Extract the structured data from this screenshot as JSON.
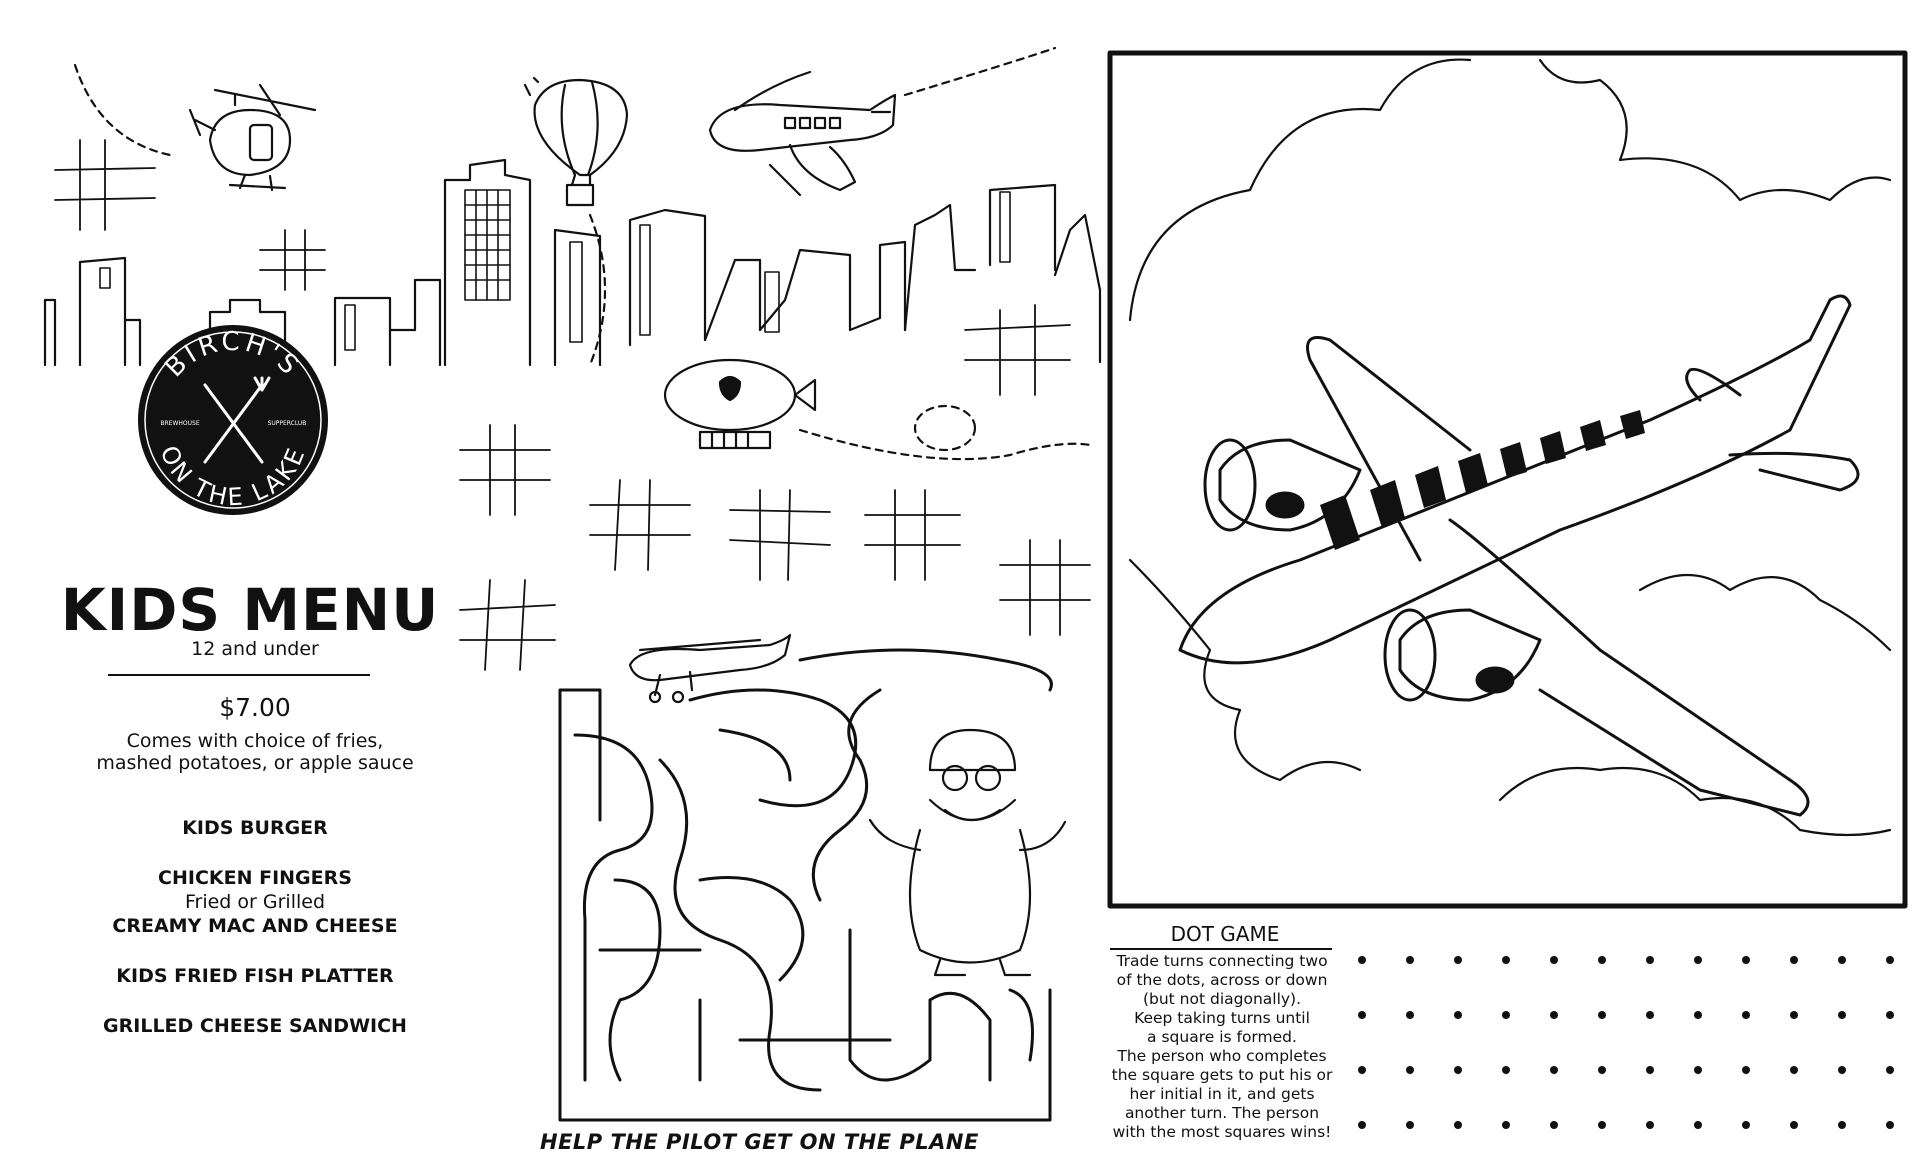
{
  "logo": {
    "arc_top": "BIRCH'S",
    "arc_bottom": "ON THE LAKE",
    "small_left": "BREWHOUSE",
    "small_right": "SUPPERCLUB"
  },
  "menu": {
    "title": "KIDS MENU",
    "subtitle": "12 and under",
    "price": "$7.00",
    "desc_line1": "Comes with choice of fries,",
    "desc_line2": "mashed potatoes, or apple sauce",
    "items": [
      {
        "name": "KIDS BURGER",
        "note": ""
      },
      {
        "name": "CHICKEN FINGERS",
        "note": "Fried or Grilled"
      },
      {
        "name": "CREAMY MAC AND CHEESE",
        "note": ""
      },
      {
        "name": "KIDS FRIED FISH PLATTER",
        "note": ""
      },
      {
        "name": "GRILLED CHEESE SANDWICH",
        "note": ""
      }
    ]
  },
  "maze": {
    "caption": "HELP THE PILOT GET ON THE PLANE"
  },
  "dot_game": {
    "title": "DOT GAME",
    "lines": [
      "Trade turns connecting two",
      "of the dots, across or down",
      "(but not diagonally).",
      "Keep taking turns until",
      "a square is formed.",
      "The person who completes",
      "the square gets to put his or",
      "her initial in it, and gets",
      "another turn. The person",
      "with the most squares wins!"
    ]
  },
  "icons": [
    "helicopter-icon",
    "hot-air-balloon-icon",
    "airplane-icon",
    "blimp-icon",
    "biplane-icon",
    "pilot-character-icon",
    "twin-engine-plane-icon"
  ]
}
